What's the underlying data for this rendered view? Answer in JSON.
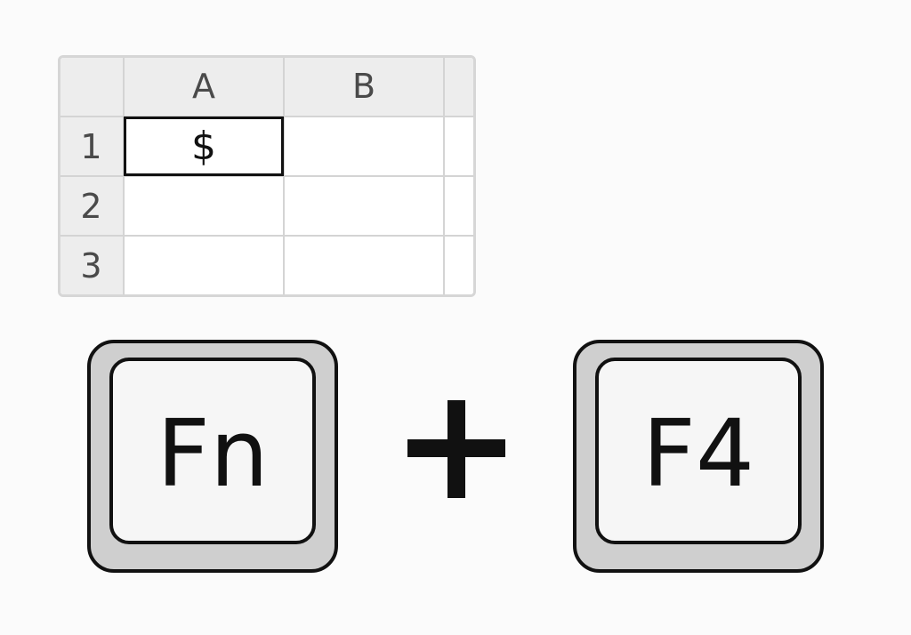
{
  "spreadsheet": {
    "columns": [
      "A",
      "B"
    ],
    "rows": [
      "1",
      "2",
      "3"
    ],
    "selected_cell": "A1",
    "cells": {
      "A1": "$"
    }
  },
  "shortcut": {
    "key1": "Fn",
    "key2": "F4",
    "plus_icon": "plus-icon"
  },
  "colors": {
    "background": "#fbfbfb",
    "grid_header": "#ededed",
    "grid_line": "#d4d4d4",
    "key_outer": "#cfcfcf",
    "key_cap": "#f6f6f6",
    "ink": "#111111"
  }
}
